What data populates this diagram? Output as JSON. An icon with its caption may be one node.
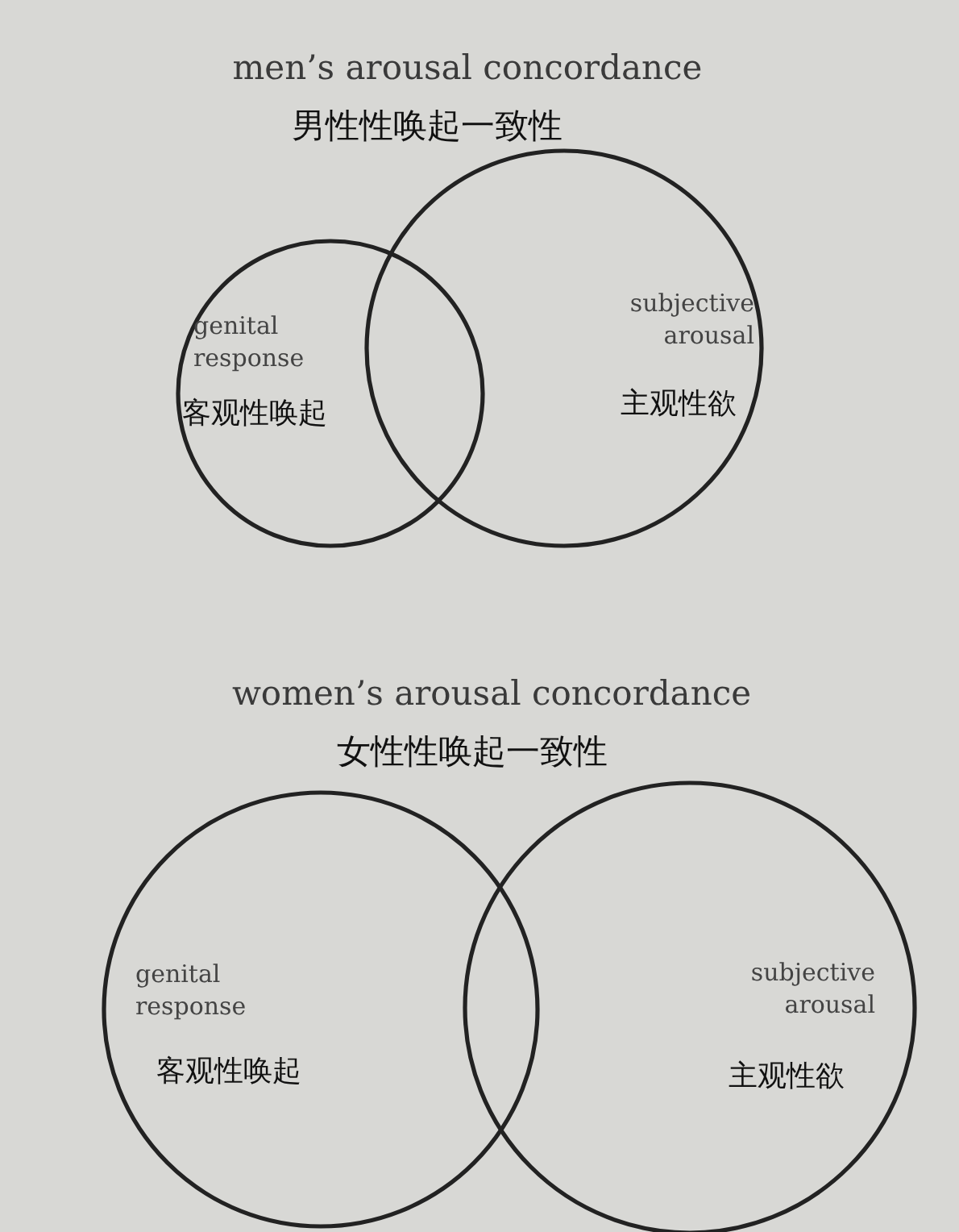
{
  "diagram": {
    "nodes": [
      {
        "text": [
          "genital response",
          "客观性唤起"
        ]
      },
      {
        "text": [
          "subjective arousal",
          "主观性欲"
        ]
      },
      {
        "text": [
          "genital response",
          "客观性唤起"
        ]
      },
      {
        "text": [
          "subjective arousal",
          "主观性欲"
        ]
      }
    ],
    "labels": [
      "men’s arousal concordance",
      "男性性唤起一致性",
      "women’s arousal concordance",
      "女性性唤起一致性"
    ]
  }
}
